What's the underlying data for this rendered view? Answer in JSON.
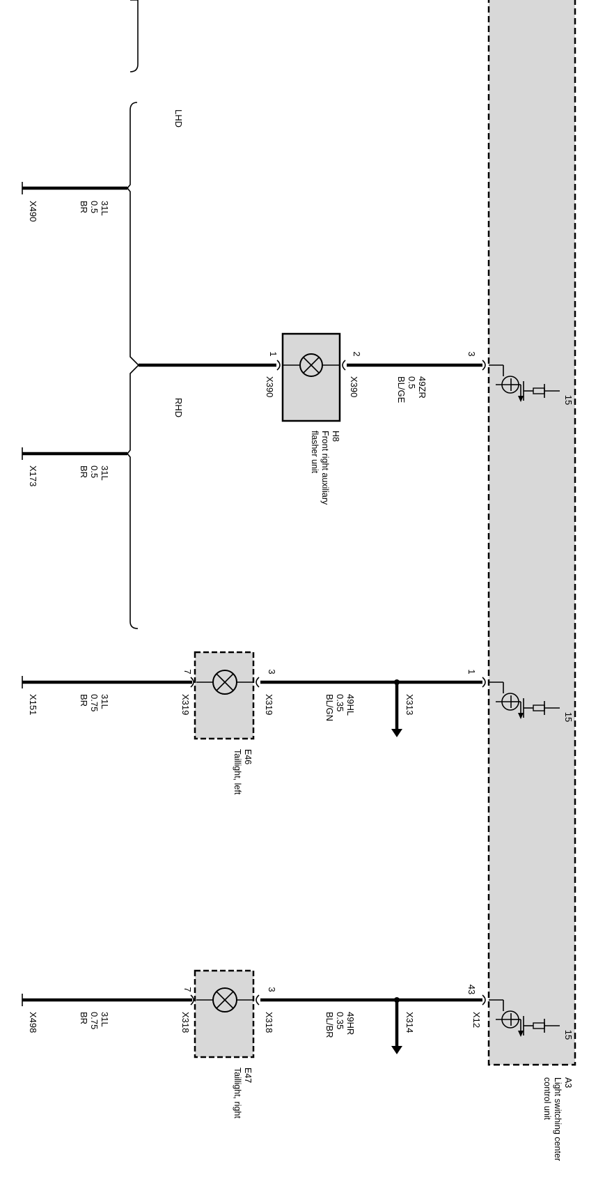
{
  "control_unit": {
    "id": "A3",
    "name_line1": "Light switching center",
    "name_line2": "control unit",
    "terminal": "15",
    "connector": "X12",
    "fill_color": "#d8d8d8"
  },
  "regions": {
    "lhd": "LHD",
    "rhd": "RHD"
  },
  "lhd_ground": {
    "wire": "31L",
    "size": "0.5",
    "color": "BR",
    "ground": "X490"
  },
  "rhd_ground": {
    "wire": "31L",
    "size": "0.5",
    "color": "BR",
    "ground": "X173"
  },
  "circuits": [
    {
      "id": "H8",
      "desc_line1": "Front right auxiliary",
      "desc_line2": "flasher unit",
      "unit_pin": "3",
      "pin_a": "2",
      "pin_b": "1",
      "conn_a": "X390",
      "conn_b": "X390",
      "wire": "49ZR",
      "size": "0.5",
      "color": "BL/GE"
    },
    {
      "id": "E46",
      "desc_line1": "Taillight, left",
      "unit_pin": "1",
      "pin_a": "3",
      "pin_b": "7",
      "conn_a": "X319",
      "conn_b": "X319",
      "wire": "49HL",
      "size": "0.35",
      "color": "BL/GN",
      "branch": "X313",
      "ground": {
        "wire": "31L",
        "size": "0.75",
        "color": "BR",
        "ground": "X151"
      }
    },
    {
      "id": "E47",
      "desc_line1": "Taillight, right",
      "unit_pin": "43",
      "pin_a": "3",
      "pin_b": "7",
      "conn_a": "X318",
      "conn_b": "X318",
      "wire": "49HR",
      "size": "0.35",
      "color": "BL/BR",
      "branch": "X314",
      "ground": {
        "wire": "31L",
        "size": "0.75",
        "color": "BR",
        "ground": "X498"
      }
    }
  ]
}
